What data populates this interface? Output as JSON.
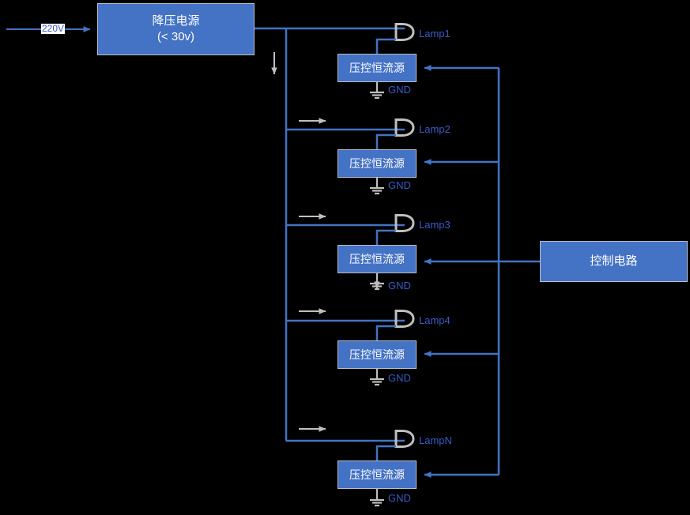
{
  "diagram": {
    "title_block": {
      "supply_label": "降压电源\n(< 30v)",
      "control_label": "控制电路",
      "driver_label": "压控恒流源",
      "gnd_label": "GND",
      "input_voltage_label": "220V"
    },
    "colors": {
      "background": "#000000",
      "box_fill": "#4472C4",
      "box_border": "#B7BEC9",
      "wire": "#4472C4",
      "symbol_gray": "#BFBFBF",
      "text_blue": "#3B5BC8",
      "box_text": "#FFFFFF"
    },
    "input": {
      "source_label": "220V",
      "target": "降压电源"
    },
    "power_supply": {
      "label": "降压电源\n(< 30v)",
      "sub_label": "(< 30v)",
      "main_label": "降压电源"
    },
    "control_circuit": {
      "label": "控制电路"
    },
    "channels": [
      {
        "lamp_label": "Lamp1",
        "driver_label": "压控恒流源",
        "gnd_label": "GND",
        "gnd_style": "ground-symbol"
      },
      {
        "lamp_label": "Lamp2",
        "driver_label": "压控恒流源",
        "gnd_label": "GND",
        "gnd_style": "ground-symbol"
      },
      {
        "lamp_label": "Lamp3",
        "driver_label": "压控恒流源",
        "gnd_label": "GND",
        "gnd_style": "arrow-down"
      },
      {
        "lamp_label": "Lamp4",
        "driver_label": "压控恒流源",
        "gnd_label": "GND",
        "gnd_style": "ground-symbol"
      },
      {
        "lamp_label": "LampN",
        "driver_label": "压控恒流源",
        "gnd_label": "GND",
        "gnd_style": "ground-symbol"
      }
    ]
  }
}
